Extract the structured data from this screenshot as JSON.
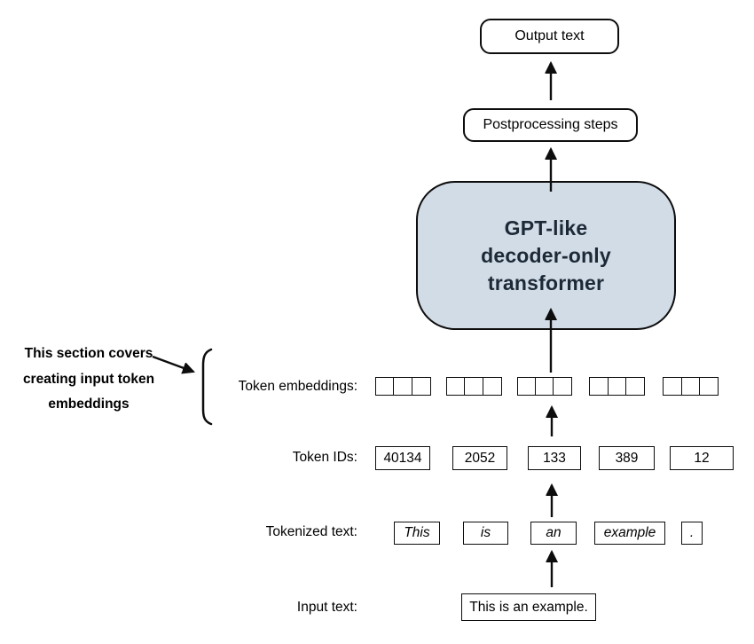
{
  "diagram": {
    "boxes": {
      "output": "Output text",
      "postprocessing": "Postprocessing steps",
      "transformer_lines": [
        "GPT-like",
        "decoder-only",
        "transformer"
      ]
    },
    "annotation": {
      "lines": [
        "This section covers",
        "creating input token",
        "embeddings"
      ]
    },
    "rows": {
      "token_embeddings": {
        "label": "Token embeddings:",
        "group_count": 5,
        "cells_per_group": 3
      },
      "token_ids": {
        "label": "Token IDs:",
        "values": [
          "40134",
          "2052",
          "133",
          "389",
          "12"
        ]
      },
      "tokenized_text": {
        "label": "Tokenized text:",
        "tokens": [
          "This",
          "is",
          "an",
          "example",
          "."
        ]
      },
      "input_text": {
        "label": "Input text:",
        "value": "This is an example."
      }
    },
    "colors": {
      "transformer_fill": "#d2dce7",
      "transformer_text": "#1c2936",
      "stroke": "#0d0d0d"
    }
  }
}
